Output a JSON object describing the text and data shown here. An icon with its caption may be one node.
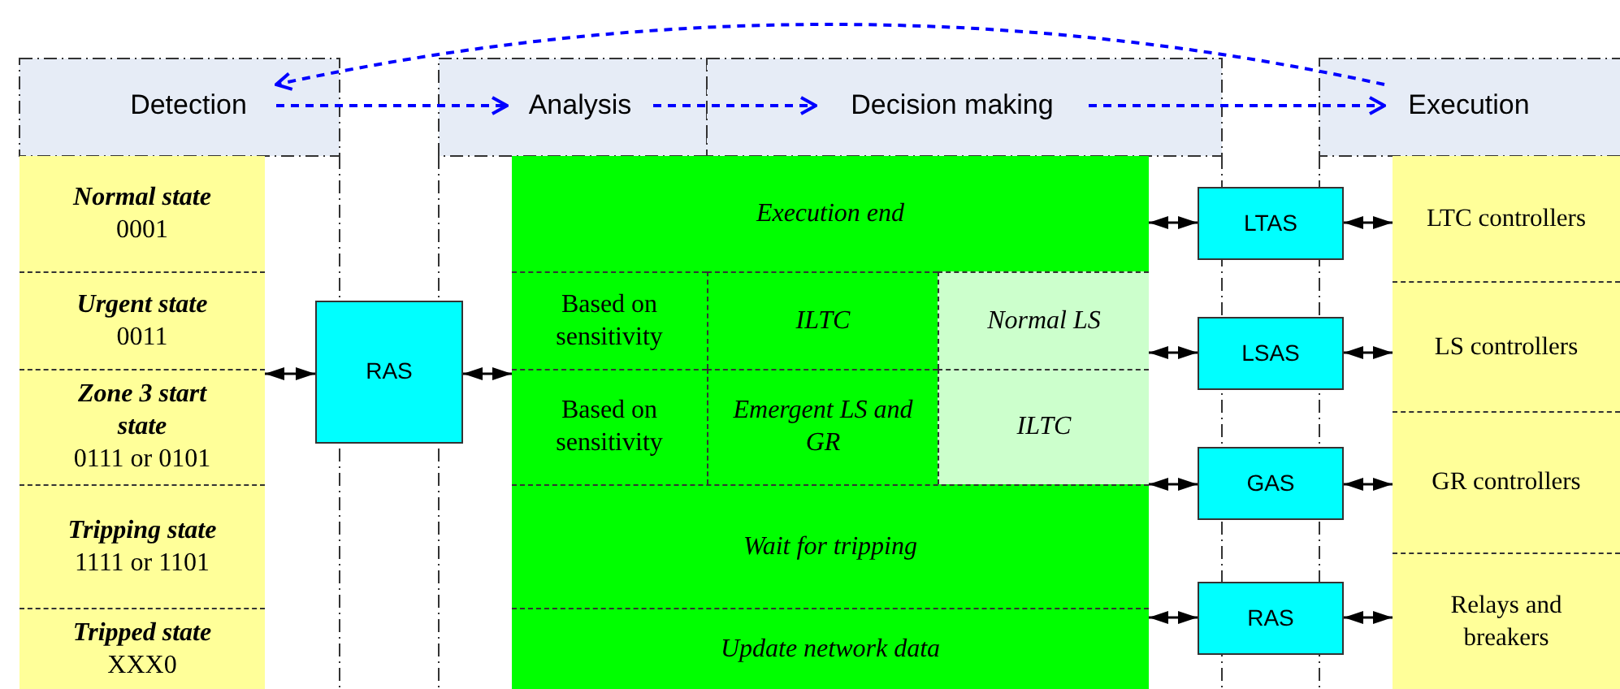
{
  "diagram": {
    "nodes": [
      {
        "text": [
          "Detection"
        ]
      },
      {
        "text": [
          "Analysis"
        ]
      },
      {
        "text": [
          "Decision making"
        ]
      },
      {
        "text": [
          "Execution"
        ]
      },
      {
        "text": [],
        "shape": "box"
      },
      {
        "text": [
          "Normal state",
          "0001"
        ],
        "in": 4
      },
      {
        "text": [
          "Urgent state",
          "0011"
        ],
        "in": 4
      },
      {
        "text": [
          "Zone 3 start state",
          "0111 or 0101"
        ],
        "in": 4
      },
      {
        "text": [
          "Tripping state",
          "1111 or 1101"
        ],
        "in": 4
      },
      {
        "text": [
          "Tripped state",
          "XXX0"
        ],
        "in": 4
      },
      {
        "text": [
          "RAS"
        ]
      },
      {
        "text": [],
        "shape": "box"
      },
      {
        "text": [
          "Execution end"
        ],
        "in": 11
      },
      {
        "text": [
          "Based on sensitivity"
        ],
        "in": 11
      },
      {
        "text": [
          "ILTC"
        ],
        "in": 11
      },
      {
        "text": [
          "Normal LS"
        ],
        "in": 11
      },
      {
        "text": [
          "Based on sensitivity"
        ],
        "in": 11
      },
      {
        "text": [
          "Emergent LS and GR"
        ],
        "in": 11
      },
      {
        "text": [
          "ILTC"
        ],
        "in": 11
      },
      {
        "text": [
          "Wait for tripping"
        ],
        "in": 11
      },
      {
        "text": [
          "Update network data"
        ],
        "in": 11
      },
      {
        "text": [
          "LTAS"
        ]
      },
      {
        "text": [
          "LSAS"
        ]
      },
      {
        "text": [
          "GAS"
        ]
      },
      {
        "text": [
          "RAS"
        ]
      },
      {
        "text": [],
        "shape": "box"
      },
      {
        "text": [
          "LTC controllers"
        ],
        "in": 25
      },
      {
        "text": [
          "LS controllers"
        ],
        "in": 25
      },
      {
        "text": [
          "GR controllers"
        ],
        "in": 25
      },
      {
        "text": [
          "Relays and breakers"
        ],
        "in": 25
      }
    ],
    "edges": [
      {
        "from": 0,
        "to": 1,
        "arrow": "to",
        "style": "dashed",
        "color": "#0000ff"
      },
      {
        "from": 1,
        "to": 2,
        "arrow": "to",
        "style": "dashed",
        "color": "#0000ff"
      },
      {
        "from": 2,
        "to": 3,
        "arrow": "to",
        "style": "dashed",
        "color": "#0000ff"
      },
      {
        "from": 3,
        "to": 0,
        "arrow": "to",
        "style": "dashed",
        "color": "#0000ff"
      },
      {
        "from": 10,
        "to": 4,
        "arrow": "both"
      },
      {
        "from": 10,
        "to": 11,
        "arrow": "both"
      },
      {
        "from": 21,
        "to": 11,
        "arrow": "both"
      },
      {
        "from": 22,
        "to": 15,
        "arrow": "both"
      },
      {
        "from": 23,
        "to": 11,
        "arrow": "both"
      },
      {
        "from": 24,
        "to": 20,
        "arrow": "both"
      },
      {
        "from": 21,
        "to": 26,
        "arrow": "both"
      },
      {
        "from": 22,
        "to": 27,
        "arrow": "both"
      },
      {
        "from": 23,
        "to": 28,
        "arrow": "both"
      },
      {
        "from": 24,
        "to": 29,
        "arrow": "both"
      }
    ]
  }
}
